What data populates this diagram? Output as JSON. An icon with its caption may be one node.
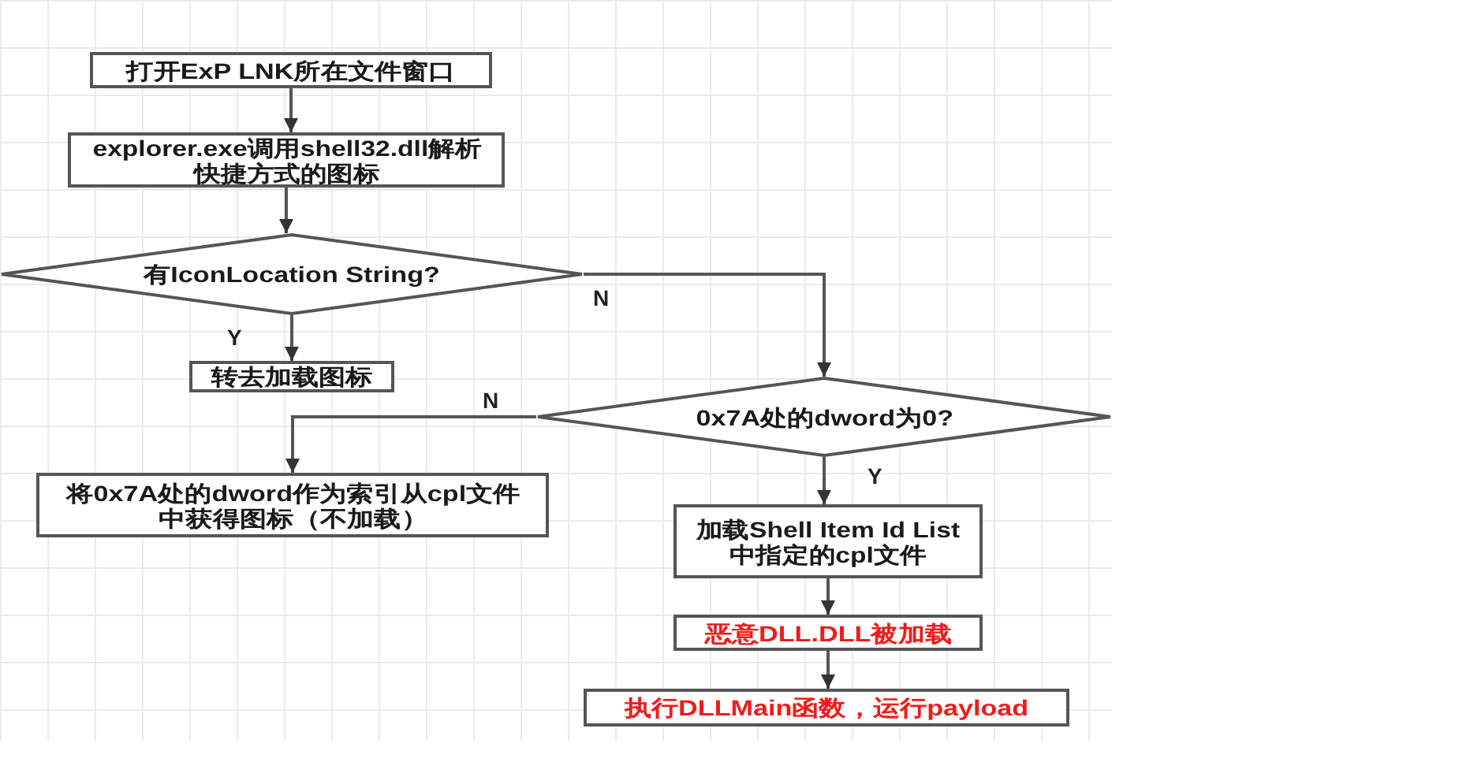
{
  "diagram": {
    "nodes": [
      {
        "text": [
          "打开ExP LNK所在文件窗口"
        ]
      },
      {
        "text": [
          "explorer.exe调用shell32.dll解析快捷方式的图标"
        ]
      },
      {
        "text": [
          "有IconLocation String?"
        ]
      },
      {
        "text": [
          "转去加载图标"
        ]
      },
      {
        "text": [
          "0x7A处的dword为0?"
        ]
      },
      {
        "text": [
          "将0x7A处的dword作为索引从cpl文件中获得图标（不加载）"
        ]
      },
      {
        "text": [
          "加载Shell Item Id List中指定的cpl文件"
        ]
      },
      {
        "text": [
          "恶意DLL.DLL被加载"
        ]
      },
      {
        "text": [
          "执行DLLMain函数，运行payload"
        ]
      }
    ],
    "edges": [
      {
        "from": 0,
        "to": 1,
        "arrow": "to"
      },
      {
        "from": 1,
        "to": 2,
        "arrow": "to"
      },
      {
        "from": 2,
        "to": 3,
        "arrow": "to",
        "label": "Y"
      },
      {
        "from": 2,
        "to": 4,
        "arrow": "to",
        "label": "N"
      },
      {
        "from": 4,
        "to": 5,
        "arrow": "to",
        "label": "N"
      },
      {
        "from": 4,
        "to": 6,
        "arrow": "to",
        "label": "Y"
      },
      {
        "from": 6,
        "to": 7,
        "arrow": "to"
      },
      {
        "from": 7,
        "to": 8,
        "arrow": "to"
      }
    ]
  }
}
